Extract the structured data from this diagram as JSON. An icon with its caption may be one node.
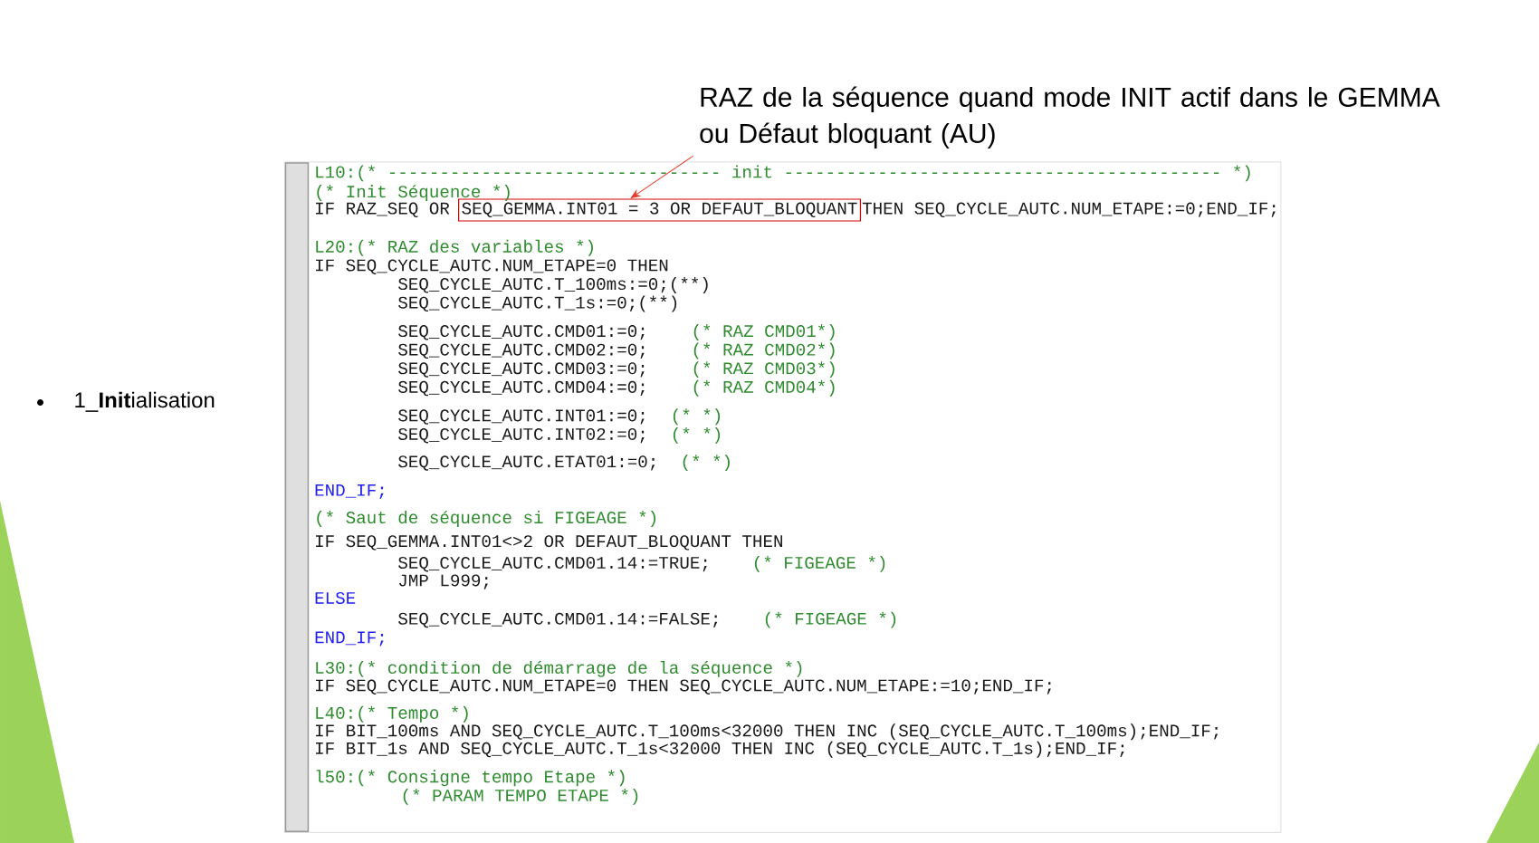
{
  "diagram": {
    "nodes": [
      {
        "text": [
          "RAZ de la séquence quand mode INIT actif dans le GEMMA ou Défaut bloquant (AU)"
        ]
      },
      {
        "text": [
          "SEQ_GEMMA.INT01 = 3 OR DEFAUT_BLOQUANT"
        ]
      }
    ],
    "edges": [
      {
        "from": 0,
        "to": 1,
        "arrow": "to",
        "color": "#e8392b"
      }
    ],
    "labels": [
      "1_**Init**ialisation",
      "L10:(* -------------------------------- init ------------------------------------------ *)",
      "(* Init Séquence *)",
      "IF RAZ_SEQ OR",
      "THEN SEQ_CYCLE_AUTC.NUM_ETAPE:=0;END_IF;",
      "L20:(* RAZ des variables *)",
      "IF SEQ_CYCLE_AUTC.NUM_ETAPE=0 THEN",
      "SEQ_CYCLE_AUTC.T_100ms:=0;(**)",
      "SEQ_CYCLE_AUTC.T_1s:=0;(**)",
      "SEQ_CYCLE_AUTC.CMD01:=0;",
      "(*  RAZ CMD01*)",
      "SEQ_CYCLE_AUTC.CMD02:=0;",
      "(*  RAZ CMD02*)",
      "SEQ_CYCLE_AUTC.CMD03:=0;",
      "(*  RAZ CMD03*)",
      "SEQ_CYCLE_AUTC.CMD04:=0;",
      "(*  RAZ CMD04*)",
      "SEQ_CYCLE_AUTC.INT01:=0;",
      "(*   *)",
      "SEQ_CYCLE_AUTC.INT02:=0;",
      "(*   *)",
      "SEQ_CYCLE_AUTC.ETAT01:=0;",
      "(*   *)",
      "END_IF;",
      "(* Saut de séquence si FIGEAGE *)",
      "IF SEQ_GEMMA.INT01<>2 OR DEFAUT_BLOQUANT THEN",
      "SEQ_CYCLE_AUTC.CMD01.14:=TRUE;",
      "(* FIGEAGE *)",
      "JMP L999;",
      "ELSE",
      "SEQ_CYCLE_AUTC.CMD01.14:=FALSE;",
      "(* FIGEAGE *)",
      "END_IF;",
      "L30:(* condition de démarrage de la séquence *)",
      "IF SEQ_CYCLE_AUTC.NUM_ETAPE=0 THEN SEQ_CYCLE_AUTC.NUM_ETAPE:=10;END_IF;",
      "L40:(* Tempo *)",
      "IF BIT_100ms AND SEQ_CYCLE_AUTC.T_100ms<32000 THEN INC (SEQ_CYCLE_AUTC.T_100ms);END_IF;",
      "IF BIT_1s AND SEQ_CYCLE_AUTC.T_1s<32000 THEN INC (SEQ_CYCLE_AUTC.T_1s);END_IF;",
      "l50:(* Consigne tempo Etape *)",
      "(* PARAM TEMPO ETAPE *)"
    ]
  }
}
